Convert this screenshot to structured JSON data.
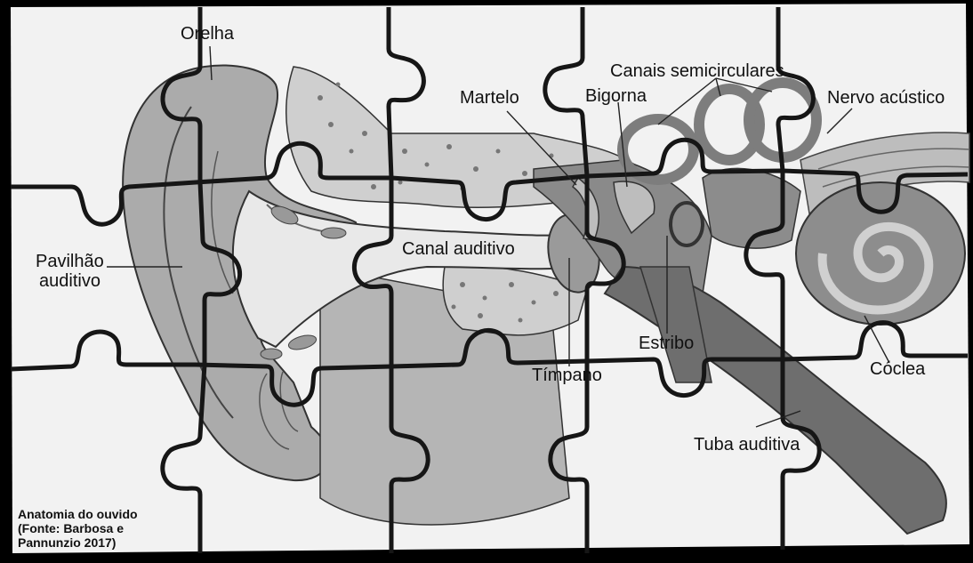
{
  "labels": {
    "orelha": "Orelha",
    "martelo": "Martelo",
    "bigorna": "Bigorna",
    "canais": "Canais semicirculares",
    "nervo": "Nervo acústico",
    "pavilhao_1": "Pavilhão",
    "pavilhao_2": "auditivo",
    "canal": "Canal auditivo",
    "estribo": "Estribo",
    "timpano": "Tímpano",
    "coclea": "Cóclea",
    "tuba": "Tuba auditiva"
  },
  "caption": {
    "line1": "Anatomia do ouvido",
    "line2": "(Fonte: Barbosa e",
    "line3": "Pannunzio 2017)"
  },
  "colors": {
    "background": "#000000",
    "paper": "#f2f2f2",
    "skin": "#a9a9a9",
    "bone": "#cccccc",
    "dark": "#6a6a6a",
    "cut_line": "#161616"
  }
}
